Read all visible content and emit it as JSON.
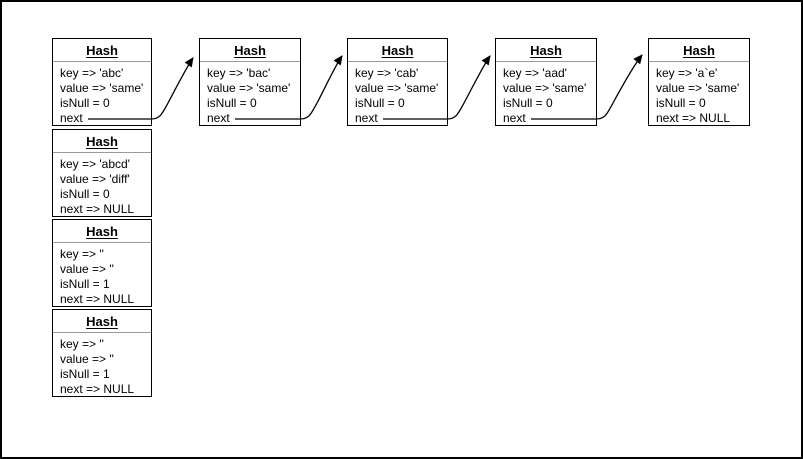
{
  "diagram": {
    "type": "hash-table-linked-list",
    "colors": {
      "background": "#ffffff",
      "node_border": "#000000",
      "header_divider": "#999999",
      "text": "#000000",
      "arrow": "#000000"
    },
    "nodes": [
      {
        "title": "Hash",
        "key": "key => 'abc'",
        "value": "value => 'same'",
        "isnull": "isNull = 0",
        "next": "next"
      },
      {
        "title": "Hash",
        "key": "key => 'bac'",
        "value": "value => 'same'",
        "isnull": "isNull = 0",
        "next": "next"
      },
      {
        "title": "Hash",
        "key": "key => 'cab'",
        "value": "value => 'same'",
        "isnull": "isNull = 0",
        "next": "next"
      },
      {
        "title": "Hash",
        "key": "key => 'aad'",
        "value": "value => 'same'",
        "isnull": "isNull = 0",
        "next": "next"
      },
      {
        "title": "Hash",
        "key": "key => 'a`e'",
        "value": "value => 'same'",
        "isnull": "isNull = 0",
        "next": "next => NULL"
      },
      {
        "title": "Hash",
        "key": "key => 'abcd'",
        "value": "value => 'diff'",
        "isnull": "isNull = 0",
        "next": "next => NULL"
      },
      {
        "title": "Hash",
        "key": "key => ''",
        "value": "value => ''",
        "isnull": "isNull = 1",
        "next": "next => NULL"
      },
      {
        "title": "Hash",
        "key": "key => ''",
        "value": "value => ''",
        "isnull": "isNull = 1",
        "next": "next => NULL"
      }
    ],
    "connections": [
      {
        "from": "hash-abc",
        "to": "hash-bac",
        "via": "next"
      },
      {
        "from": "hash-bac",
        "to": "hash-cab",
        "via": "next"
      },
      {
        "from": "hash-cab",
        "to": "hash-aad",
        "via": "next"
      },
      {
        "from": "hash-aad",
        "to": "hash-a`e",
        "via": "next"
      }
    ]
  }
}
